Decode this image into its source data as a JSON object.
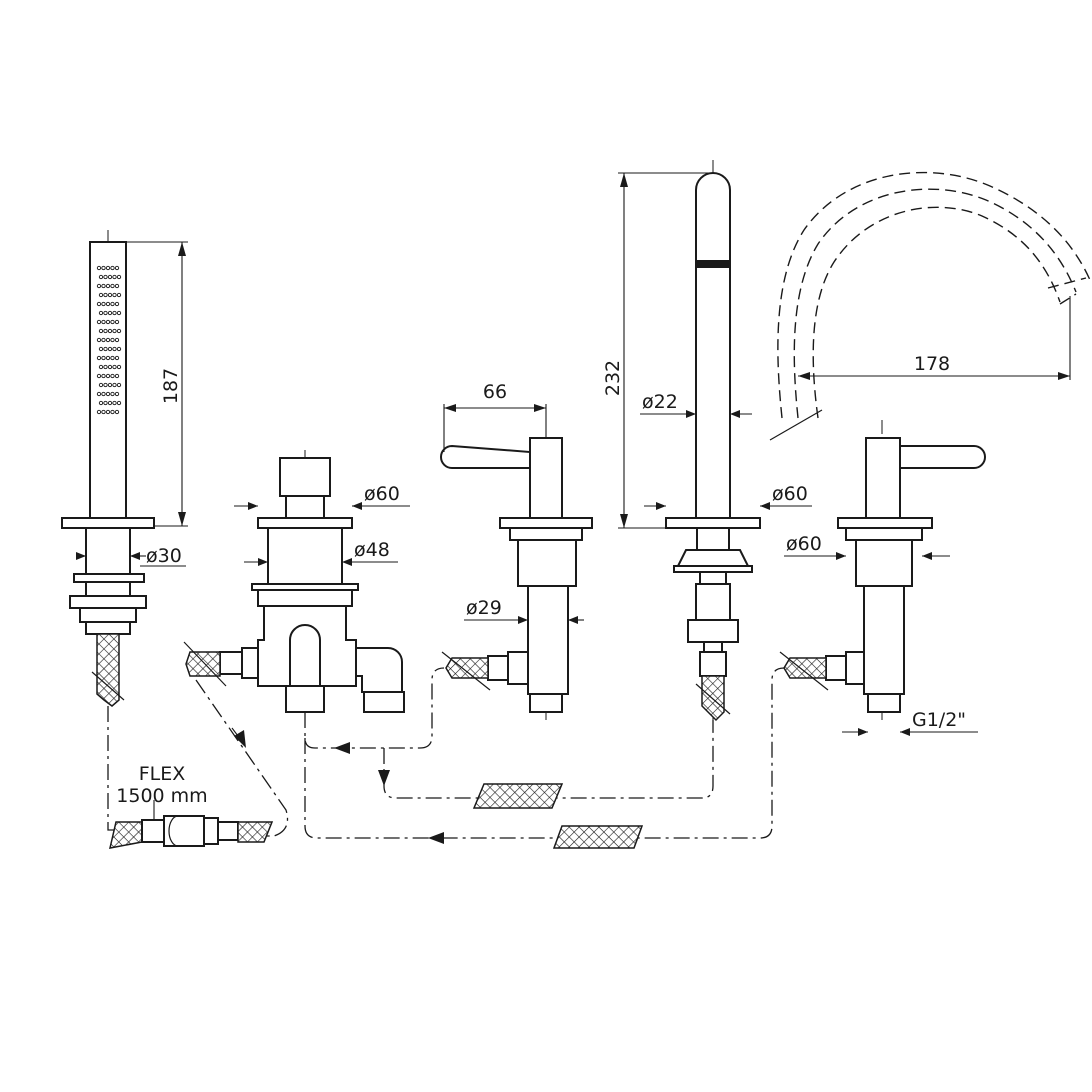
{
  "dimensions": {
    "handshower_height": "187",
    "handshower_diameter": "ø30",
    "diverter_flange": "ø60",
    "diverter_body": "ø48",
    "handle_length": "66",
    "valve_body": "ø29",
    "spout_height": "232",
    "spout_tube": "ø22",
    "spout_flange": "ø60",
    "spout_reach": "178",
    "right_valve_flange": "ø60",
    "thread": "G1/2\""
  },
  "flex_note": {
    "line1": "FLEX",
    "line2": "1500 mm"
  }
}
